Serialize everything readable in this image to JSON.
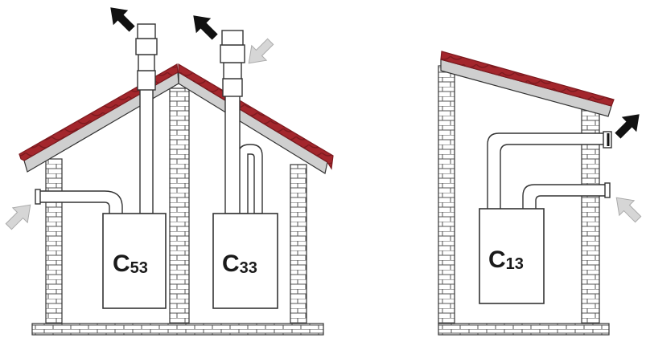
{
  "labels": {
    "c53": {
      "letter": "C",
      "number": "53"
    },
    "c33": {
      "letter": "C",
      "number": "33"
    },
    "c13": {
      "letter": "C",
      "number": "13"
    }
  },
  "colors": {
    "roof_tile": "#a3262c",
    "roof_tile_dark": "#7d1a1f",
    "roof_board": "#cfcfcf",
    "outline": "#333333",
    "brick_fill": "#ffffff",
    "pipe_fill": "#ffffff",
    "exhaust_arrow": "#111111",
    "intake_arrow": "#d6d6d6"
  },
  "arrows": {
    "exhaust": "black-arrow-icon",
    "intake": "grey-arrow-icon"
  }
}
